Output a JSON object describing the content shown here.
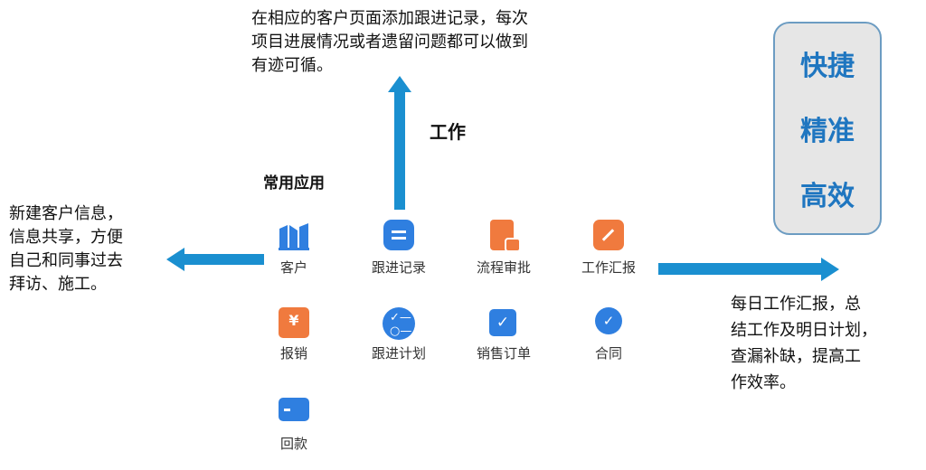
{
  "top_note": [
    "在相应的客户页面添加跟进记录，每次",
    "项目进展情况或者遗留问题都可以做到",
    "有迹可循。"
  ],
  "work_label": "工作",
  "section_title": "常用应用",
  "left_note": [
    "新建客户信息，",
    "信息共享，方便",
    "自己和同事过去",
    "拜访、施工。"
  ],
  "right_note": [
    "每日工作汇报，总",
    "结工作及明日计划，",
    "查漏补缺，提高工",
    "作效率。"
  ],
  "features": [
    "快捷",
    "精准",
    "高效"
  ],
  "apps": [
    {
      "label": "客户",
      "icon": "building-icon"
    },
    {
      "label": "跟进记录",
      "icon": "notepad-icon"
    },
    {
      "label": "流程审批",
      "icon": "approval-stamp-icon"
    },
    {
      "label": "工作汇报",
      "icon": "report-edit-icon"
    },
    {
      "label": "报销",
      "icon": "yuan-receipt-icon"
    },
    {
      "label": "跟进计划",
      "icon": "checklist-icon"
    },
    {
      "label": "销售订单",
      "icon": "clipboard-check-icon"
    },
    {
      "label": "合同",
      "icon": "badge-check-icon"
    },
    {
      "label": "回款",
      "icon": "card-icon"
    }
  ],
  "colors": {
    "arrow": "#1a8fd0",
    "blue": "#2f7fe0",
    "orange": "#f07a3e",
    "feature": "#1f76c0"
  }
}
